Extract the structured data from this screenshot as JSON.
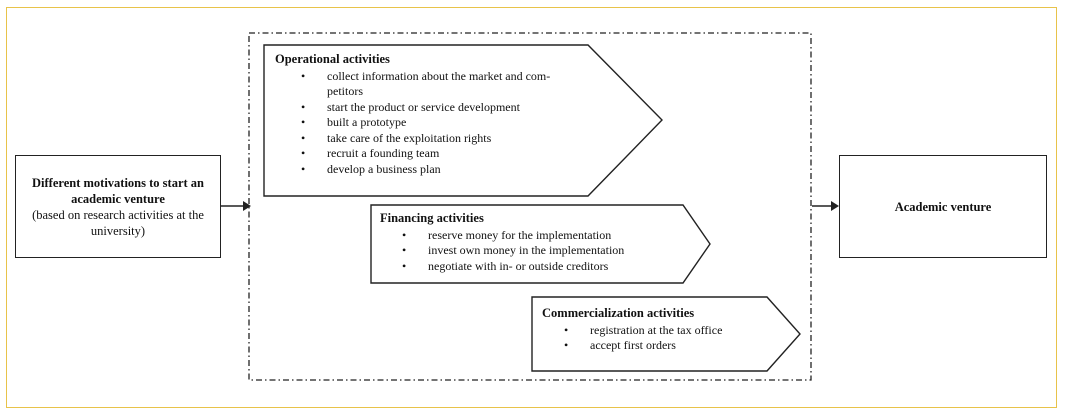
{
  "left_box": {
    "title": "Different motivations to start an academic venture",
    "subtitle": "(based on research activities at the university)"
  },
  "right_box": {
    "title": "Academic venture"
  },
  "operational": {
    "title": "Operational activities",
    "items": [
      "collect information about the market and com-",
      "petitors",
      "start the product or service development",
      "built a prototype",
      "take care of the exploitation rights",
      "recruit a founding team",
      "develop a business plan"
    ]
  },
  "financing": {
    "title": "Financing activities",
    "items": [
      "reserve money for the implementation",
      "invest own money in the implementation",
      "negotiate with in- or outside creditors"
    ]
  },
  "commercialization": {
    "title": "Commercialization activities",
    "items": [
      "registration at the tax office",
      "accept first orders"
    ]
  },
  "colors": {
    "frame": "#e8c34a",
    "stroke": "#222222"
  }
}
